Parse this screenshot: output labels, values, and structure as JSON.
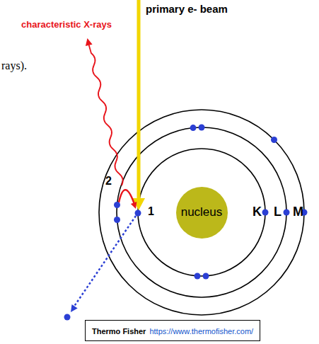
{
  "diagram": {
    "nodes": [
      {
        "text": [
          "nucleus"
        ]
      },
      {
        "text": [
          "Thermo Fisher",
          "https://www.thermofisher.com/"
        ]
      }
    ],
    "labels": [
      "rays).",
      "characteristic X-rays",
      "primary e- beam",
      "2",
      "1",
      "K",
      "L",
      "M"
    ]
  }
}
